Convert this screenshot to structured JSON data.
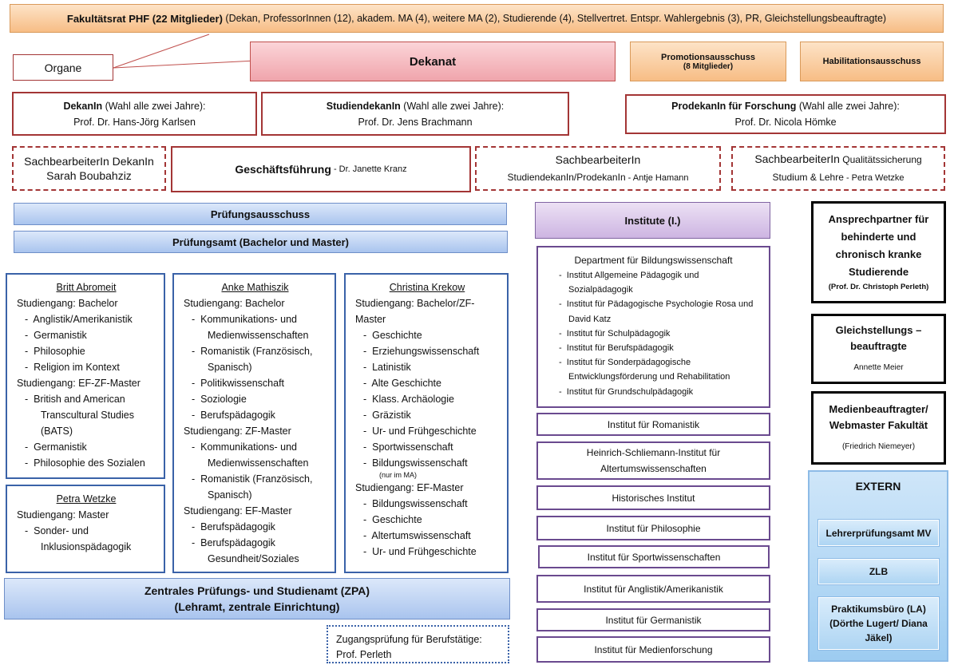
{
  "fakultaetsrat": {
    "title_bold": "Fakultätsrat PHF (22 Mitglieder)",
    "detail": " (Dekan, ProfessorInnen (12), akadem. MA (4), weitere MA (2), Studierende (4), Stellvertret. Entspr. Wahlergebnis (3), PR, Gleichstellungsbeauftragte)"
  },
  "organe": "Organe",
  "dekanat": "Dekanat",
  "promotionsausschuss": {
    "title": "Promotionsausschuss",
    "sub": "(8 Mitglieder)"
  },
  "habilitationsausschuss": "Habilitationsausschuss",
  "dekan": {
    "title_bold": "DekanIn",
    "title_rest": " (Wahl alle zwei Jahre):",
    "name": "Prof. Dr. Hans-Jörg Karlsen"
  },
  "studiendekan": {
    "title_bold": "StudiendekanIn",
    "title_rest": " (Wahl alle zwei Jahre):",
    "name": "Prof. Dr. Jens Brachmann"
  },
  "prodekan": {
    "title_bold": "ProdekanIn für Forschung",
    "title_rest": " (Wahl alle zwei Jahre):",
    "name": "Prof. Dr. Nicola Hömke"
  },
  "sb_dekan": {
    "line1": "SachbearbeiterIn DekanIn",
    "line2": "Sarah Boubahziz"
  },
  "geschaeftsfuehrung": {
    "title": "Geschäftsführung",
    "name": " - Dr. Janette Kranz"
  },
  "sb_studiendekan": {
    "line1": "SachbearbeiterIn",
    "line2": "StudiendekanIn/ProdekanIn",
    "name": " - Antje Hamann"
  },
  "sb_qualitaet": {
    "line1": "SachbearbeiterIn",
    "line1_rest": " Qualitätssicherung",
    "line2": "Studium & Lehre",
    "name": " - Petra Wetzke"
  },
  "pruefungsausschuss": "Prüfungsausschuss",
  "pruefungsamt": "Prüfungsamt (Bachelor und Master)",
  "persons": [
    {
      "name": "Britt Abromeit",
      "lines": [
        {
          "type": "head",
          "text": "Studiengang: Bachelor"
        },
        {
          "type": "item",
          "text": "Anglistik/Amerikanistik"
        },
        {
          "type": "item",
          "text": "Germanistik"
        },
        {
          "type": "item",
          "text": "Philosophie"
        },
        {
          "type": "item",
          "text": "Religion im Kontext"
        },
        {
          "type": "head",
          "text": "Studiengang: EF-ZF-Master"
        },
        {
          "type": "item",
          "text": "British and American Transcultural Studies (BATS)"
        },
        {
          "type": "item",
          "text": "Germanistik"
        },
        {
          "type": "item",
          "text": "Philosophie des Sozialen"
        }
      ]
    },
    {
      "name": "Petra Wetzke",
      "lines": [
        {
          "type": "head",
          "text": "Studiengang: Master"
        },
        {
          "type": "item",
          "text": "Sonder- und Inklusionspädagogik"
        }
      ]
    },
    {
      "name": "Anke Mathiszik",
      "lines": [
        {
          "type": "head",
          "text": "Studiengang: Bachelor"
        },
        {
          "type": "item",
          "text": "Kommunikations- und Medienwissenschaften"
        },
        {
          "type": "item",
          "text": "Romanistik (Französisch, Spanisch)"
        },
        {
          "type": "item",
          "text": "Politikwissenschaft"
        },
        {
          "type": "item",
          "text": "Soziologie"
        },
        {
          "type": "item",
          "text": "Berufspädagogik"
        },
        {
          "type": "head",
          "text": "Studiengang: ZF-Master"
        },
        {
          "type": "item",
          "text": "Kommunikations- und Medienwissenschaften"
        },
        {
          "type": "item",
          "text": "Romanistik (Französisch, Spanisch)"
        },
        {
          "type": "head",
          "text": "Studiengang: EF-Master"
        },
        {
          "type": "item",
          "text": "Berufspädagogik"
        },
        {
          "type": "item",
          "text": "Berufspädagogik Gesundheit/Soziales"
        }
      ]
    },
    {
      "name": "Christina Krekow",
      "lines": [
        {
          "type": "head",
          "text": "Studiengang: Bachelor/ZF-Master"
        },
        {
          "type": "item",
          "text": "Geschichte"
        },
        {
          "type": "item",
          "text": "Erziehungswissenschaft"
        },
        {
          "type": "item",
          "text": "Latinistik"
        },
        {
          "type": "item",
          "text": "Alte Geschichte"
        },
        {
          "type": "item",
          "text": "Klass. Archäologie"
        },
        {
          "type": "item",
          "text": "Gräzistik"
        },
        {
          "type": "item",
          "text": "Ur- und Frühgeschichte"
        },
        {
          "type": "item",
          "text": "Sportwissenschaft"
        },
        {
          "type": "item",
          "text": "Bildungswissenschaft"
        },
        {
          "type": "note",
          "text": "(nur im MA)"
        },
        {
          "type": "head",
          "text": "Studiengang: EF-Master"
        },
        {
          "type": "item",
          "text": "Bildungswissenschaft"
        },
        {
          "type": "item",
          "text": "Geschichte"
        },
        {
          "type": "item",
          "text": "Altertumswissenschaft"
        },
        {
          "type": "item",
          "text": "Ur- und Frühgeschichte"
        }
      ]
    }
  ],
  "zpa": {
    "line1": "Zentrales Prüfungs- und Studienamt (ZPA)",
    "line2": "(Lehramt, zentrale Einrichtung)"
  },
  "zugangspruefung": {
    "line1": "Zugangsprüfung für Berufstätige:",
    "line2": "Prof. Perleth"
  },
  "institute_header": "Institute (I.)",
  "department": {
    "title": "Department für Bildungswissenschaft",
    "items": [
      "Institut Allgemeine Pädagogik und Sozialpädagogik",
      "Institut für Pädagogische Psychologie Rosa und David Katz",
      "Institut für Schulpädagogik",
      "Institut für Berufspädagogik",
      "Institut für Sonderpädagogische Entwicklungsförderung und Rehabilitation",
      "Institut für Grundschulpädagogik"
    ]
  },
  "institutes": [
    "Institut für Romanistik",
    "Heinrich-Schliemann-Institut für Altertumswissenschaften",
    "Historisches Institut",
    "Institut für Philosophie",
    "Institut für Sportwissenschaften",
    "Institut für Anglistik/Amerikanistik",
    "Institut für Germanistik",
    "Institut für Medienforschung"
  ],
  "ansprechpartner": {
    "title": "Ansprechpartner für behinderte und chronisch kranke Studierende",
    "name": "(Prof. Dr. Christoph Perleth)"
  },
  "gleichstellung": {
    "title": "Gleichstellungs – beauftragte",
    "name": "Annette Meier"
  },
  "medienbeauftragter": {
    "title": "Medienbeauftragter/ Webmaster Fakultät",
    "name": "(Friedrich Niemeyer)"
  },
  "extern": {
    "title": "EXTERN",
    "items": [
      "Lehrerprüfungsamt MV",
      "ZLB",
      "Praktikumsbüro (LA) (Dörthe Lugert/ Diana Jäkel)"
    ]
  },
  "colors": {
    "orange": "#f7bd85",
    "pink": "#f0a5ac",
    "blue": "#a9c4ee",
    "purple": "#cdb5e2",
    "dark_red": "#a33535",
    "dark_blue": "#3a62a8",
    "dark_purple": "#6a4a8f",
    "light_blue": "#9dccf1"
  }
}
